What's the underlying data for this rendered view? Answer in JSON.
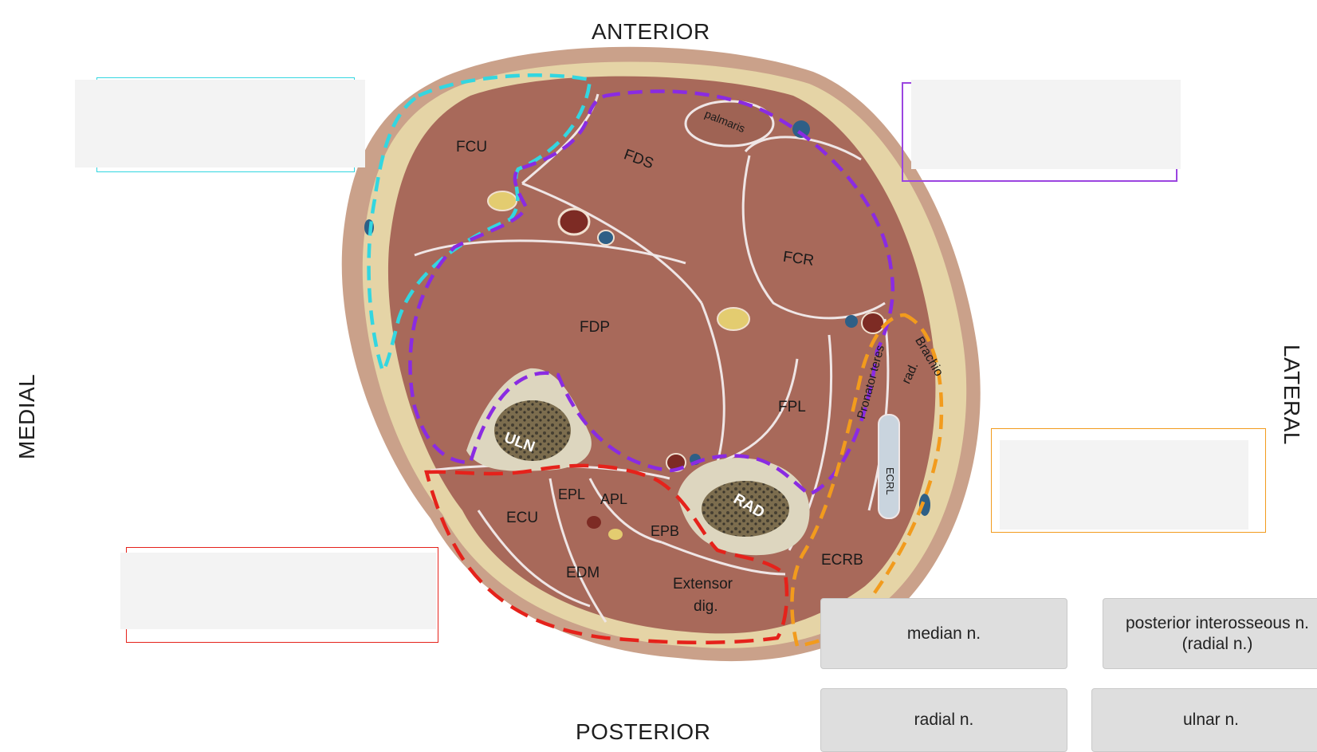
{
  "orientation": {
    "anterior": "ANTERIOR",
    "posterior": "POSTERIOR",
    "medial": "MEDIAL",
    "lateral": "LATERAL"
  },
  "compartment_colors": {
    "cyan": "#33d6e0",
    "purple": "#8a2be2",
    "orange": "#f29b1d",
    "red": "#e5221b"
  },
  "labels": {
    "fcu": "FCU",
    "fds": "FDS",
    "palmaris": "palmaris",
    "fcr": "FCR",
    "fdp": "FDP",
    "fpl": "FPL",
    "pronator_teres": "Pronator teres",
    "brachio_rad_1": "Brachio",
    "brachio_rad_2": "rad.",
    "ecrl": "ECRL",
    "ecrb": "ECRB",
    "uln": "ULN",
    "rad": "RAD",
    "epl": "EPL",
    "apl": "APL",
    "ecu": "ECU",
    "epb": "EPB",
    "edm": "EDM",
    "extensor_dig_1": "Extensor",
    "extensor_dig_2": "dig."
  },
  "answer_chips": [
    {
      "label": "median n."
    },
    {
      "label": "posterior interosseous n.\n(radial n.)"
    },
    {
      "label": "radial n."
    },
    {
      "label": "ulnar n."
    }
  ]
}
